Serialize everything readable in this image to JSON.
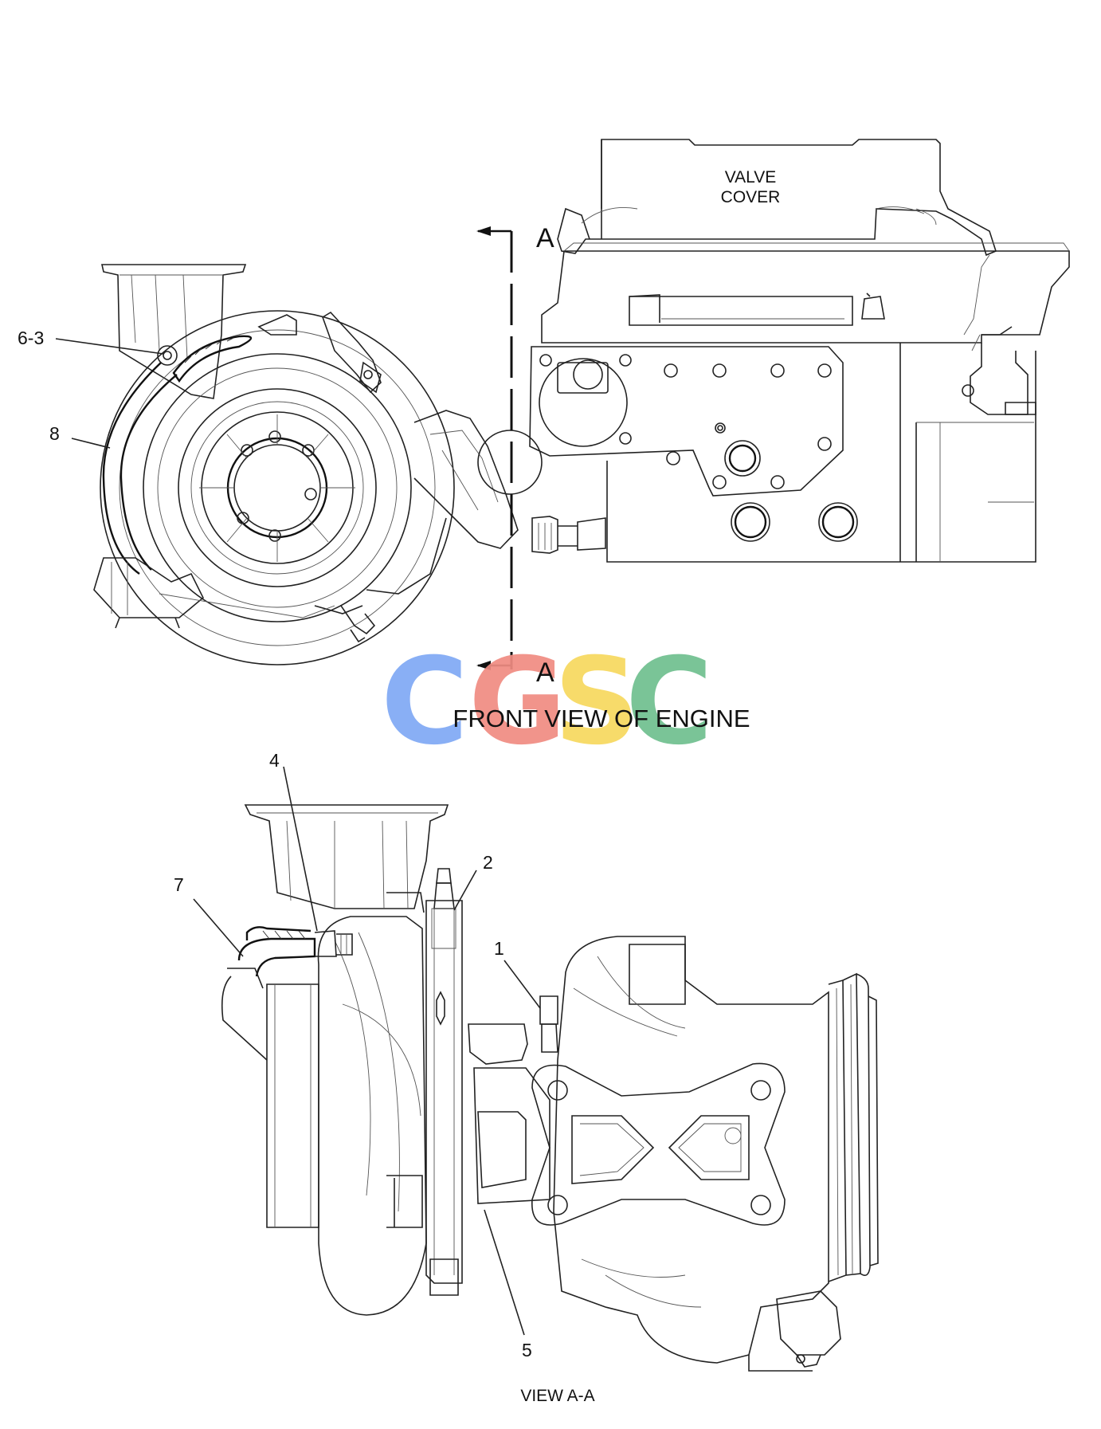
{
  "front_view": {
    "caption": "FRONT VIEW OF ENGINE",
    "valve_cover_line1": "VALVE",
    "valve_cover_line2": "COVER",
    "section_top": "A",
    "section_bottom": "A",
    "callouts": [
      "6-3",
      "8"
    ]
  },
  "side_view": {
    "caption": "VIEW A-A",
    "callouts": [
      "4",
      "2",
      "7",
      "1",
      "5"
    ]
  },
  "watermark": {
    "letters": [
      "C",
      "G",
      "S",
      "C"
    ],
    "colors": [
      "#7fa9f5",
      "#f08c82",
      "#f7d85e",
      "#6fbf8f"
    ]
  }
}
